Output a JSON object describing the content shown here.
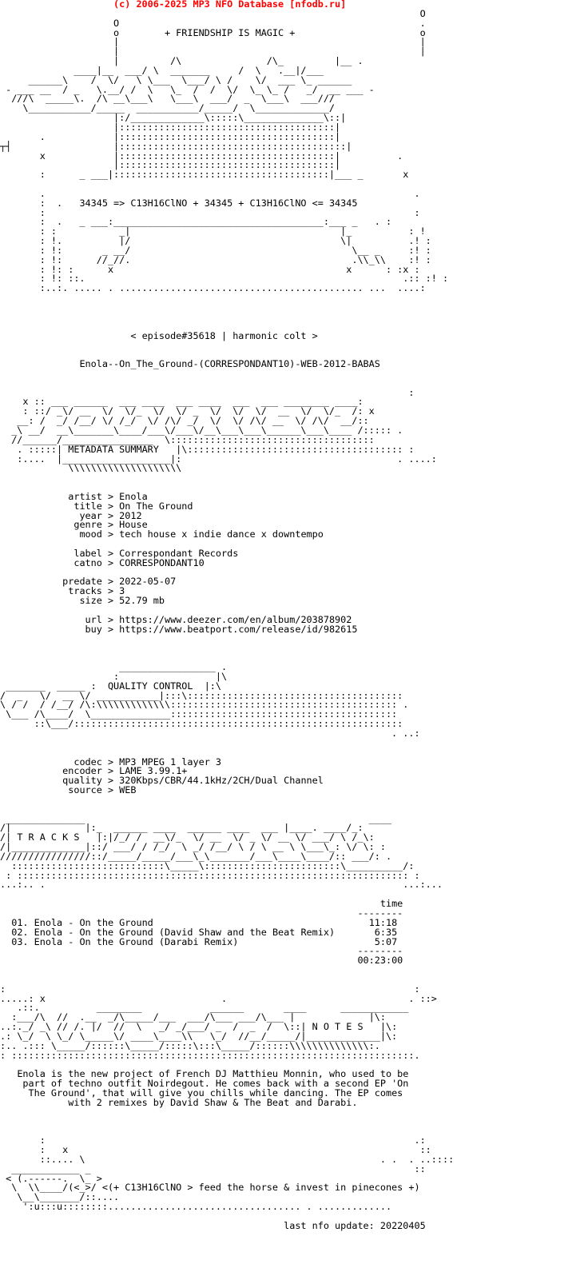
{
  "header": {
    "banner": "(c) 2006-2025 MP3 NFO Database [nfodb.ru]"
  },
  "nfo": {
    "motto": "+ FRIENDSHIP IS MAGIC +",
    "formula": "34345 => C13H16ClNO + 34345 + C13H16ClNO <= 34345",
    "episode": "< episode#35618 | harmonic colt >",
    "release_name": "Enola--On_The_Ground-(CORRESPONDANT10)-WEB-2012-BABAS",
    "metadata": {
      "section_title": "METADATA SUMMARY",
      "rows": [
        {
          "key": "artist",
          "value": "Enola"
        },
        {
          "key": "title",
          "value": "On The Ground"
        },
        {
          "key": "year",
          "value": "2012"
        },
        {
          "key": "genre",
          "value": "House"
        },
        {
          "key": "mood",
          "value": "tech house x indie dance x downtempo"
        },
        {
          "key": "label",
          "value": "Correspondant Records"
        },
        {
          "key": "catno",
          "value": "CORRESPONDANT10"
        },
        {
          "key": "predate",
          "value": "2022-05-07"
        },
        {
          "key": "tracks",
          "value": "3"
        },
        {
          "key": "size",
          "value": "52.79 mb"
        },
        {
          "key": "url",
          "value": "https://www.deezer.com/en/album/203878902"
        },
        {
          "key": "buy",
          "value": "https://www.beatport.com/release/id/982615"
        }
      ]
    },
    "quality": {
      "section_title": "QUALITY CONTROL",
      "rows": [
        {
          "key": "codec",
          "value": "MP3 MPEG 1 layer 3"
        },
        {
          "key": "encoder",
          "value": "LAME 3.99.1+"
        },
        {
          "key": "quality",
          "value": "320Kbps/CBR/44.1kHz/2CH/Dual Channel"
        },
        {
          "key": "source",
          "value": "WEB"
        }
      ]
    },
    "tracks": {
      "section_title": "T R A C K S",
      "time_header": "time",
      "items": [
        {
          "num": "01.",
          "title": "Enola - On the Ground",
          "time": "11:18"
        },
        {
          "num": "02.",
          "title": "Enola - On the Ground (David Shaw and the Beat Remix)",
          "time": "6:35"
        },
        {
          "num": "03.",
          "title": "Enola - On the Ground (Darabi Remix)",
          "time": "5:07"
        }
      ],
      "total": "00:23:00"
    },
    "notes": {
      "section_title": "N O T E S",
      "lines": [
        "Enola is the new project of French DJ Matthieu Monnin, who used to be",
        "part of techno outfit Noirdegout. He comes back with a second EP 'On",
        "The Ground', that will give you chills while dancing. The EP comes",
        "with 2 remixes by David Shaw & The Beat and Darabi."
      ]
    },
    "footer": {
      "slogan": "<(+ C13H16ClNO > feed the horse & invest in pinecones +)",
      "last_update": "last nfo update: 20220405"
    }
  }
}
